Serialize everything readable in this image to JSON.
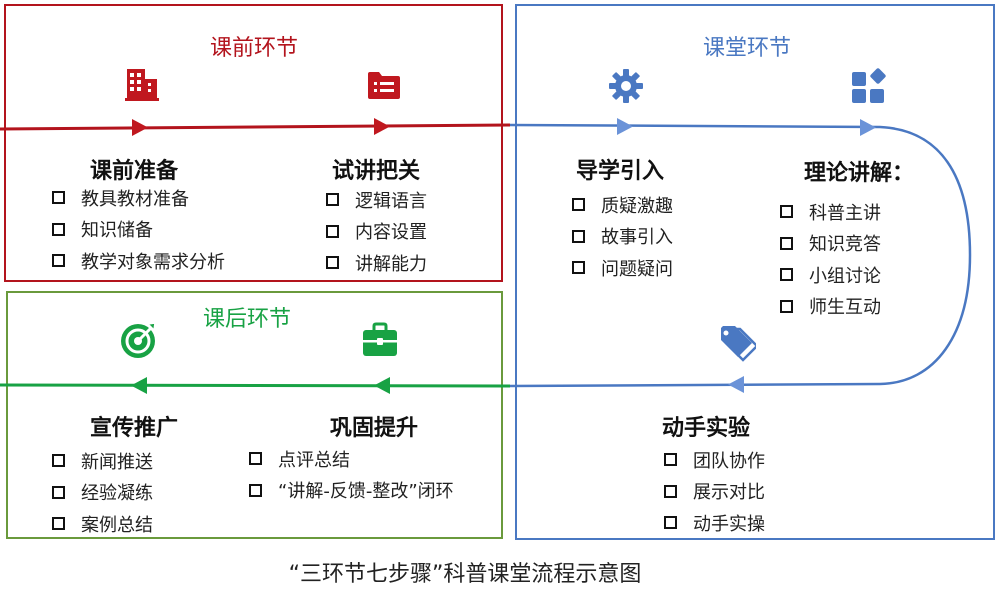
{
  "colors": {
    "pre": "#b3141d",
    "post": "#18a244",
    "class": "#4a78c2",
    "post_border": "#6a9a3c"
  },
  "sections": {
    "pre": {
      "title": "课前环节"
    },
    "class": {
      "title": "课堂环节"
    },
    "post": {
      "title": "课后环节"
    }
  },
  "steps": {
    "prep": {
      "title": "课前准备",
      "icon": "building-icon",
      "items": [
        "教具教材准备",
        "知识储备",
        "教学对象需求分析"
      ]
    },
    "trial": {
      "title": "试讲把关",
      "icon": "document-list-icon",
      "items": [
        "逻辑语言",
        "内容设置",
        "讲解能力"
      ]
    },
    "intro": {
      "title": "导学引入",
      "icon": "gear-icon",
      "items": [
        "质疑激趣",
        "故事引入",
        "问题疑问"
      ]
    },
    "theory": {
      "title": "理论讲解：",
      "icon": "apps-grid-icon",
      "items": [
        "科普主讲",
        "知识竞答",
        "小组讨论",
        "师生互动"
      ]
    },
    "handson": {
      "title": "动手实验",
      "icon": "tags-icon",
      "items": [
        "团队协作",
        "展示对比",
        "动手实操"
      ]
    },
    "consolidate": {
      "title": "巩固提升",
      "icon": "briefcase-icon",
      "items": [
        "点评总结",
        "“讲解-反馈-整改”闭环"
      ]
    },
    "promote": {
      "title": "宣传推广",
      "icon": "target-icon",
      "items": [
        "新闻推送",
        "经验凝练",
        "案例总结"
      ]
    }
  },
  "caption": "“三环节七步骤”科普课堂流程示意图"
}
